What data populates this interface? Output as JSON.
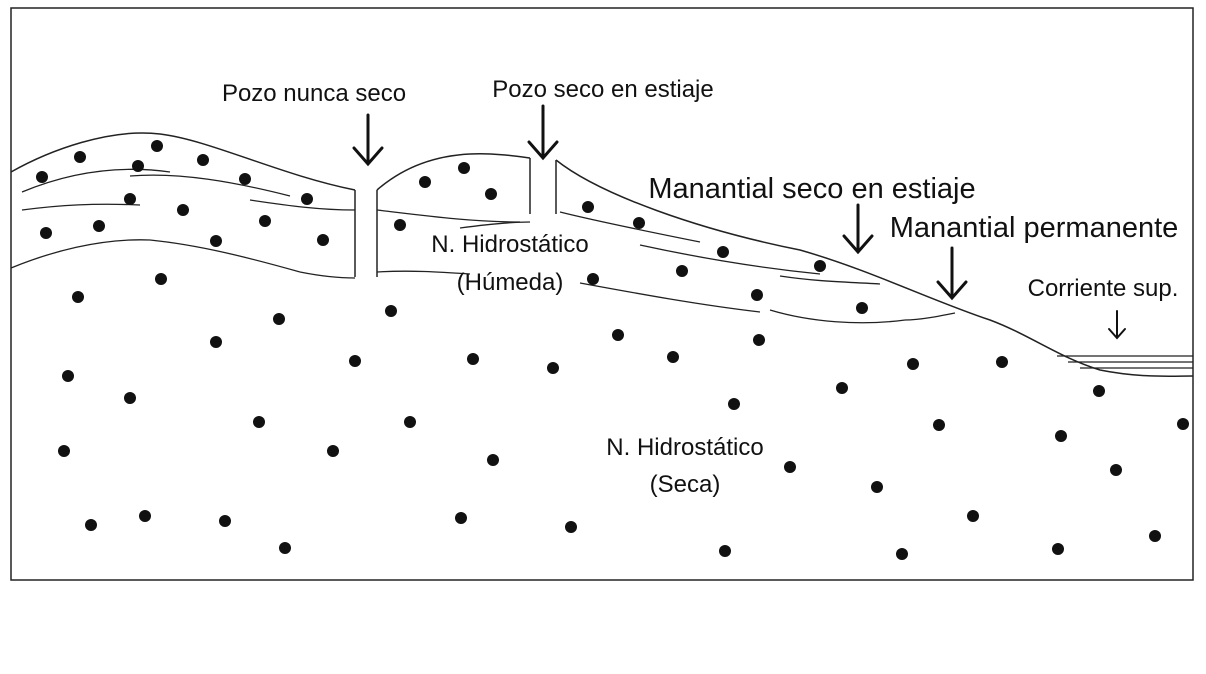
{
  "colors": {
    "ink": "#111111",
    "background": "#ffffff",
    "frame": "#222222"
  },
  "labels": {
    "well_never_dry": "Pozo nunca seco",
    "well_dry_season": "Pozo seco en estiaje",
    "spring_dry_season": "Manantial seco en estiaje",
    "spring_permanent": "Manantial permanente",
    "surface_stream": "Corriente sup.",
    "water_table_wet_line1": "N. Hidrostático",
    "water_table_wet_line2": "(Húmeda)",
    "water_table_dry_line1": "N. Hidrostático",
    "water_table_dry_line2": "(Seca)"
  },
  "icons": [
    "down-arrow-icon",
    "soil-particle-icon"
  ]
}
